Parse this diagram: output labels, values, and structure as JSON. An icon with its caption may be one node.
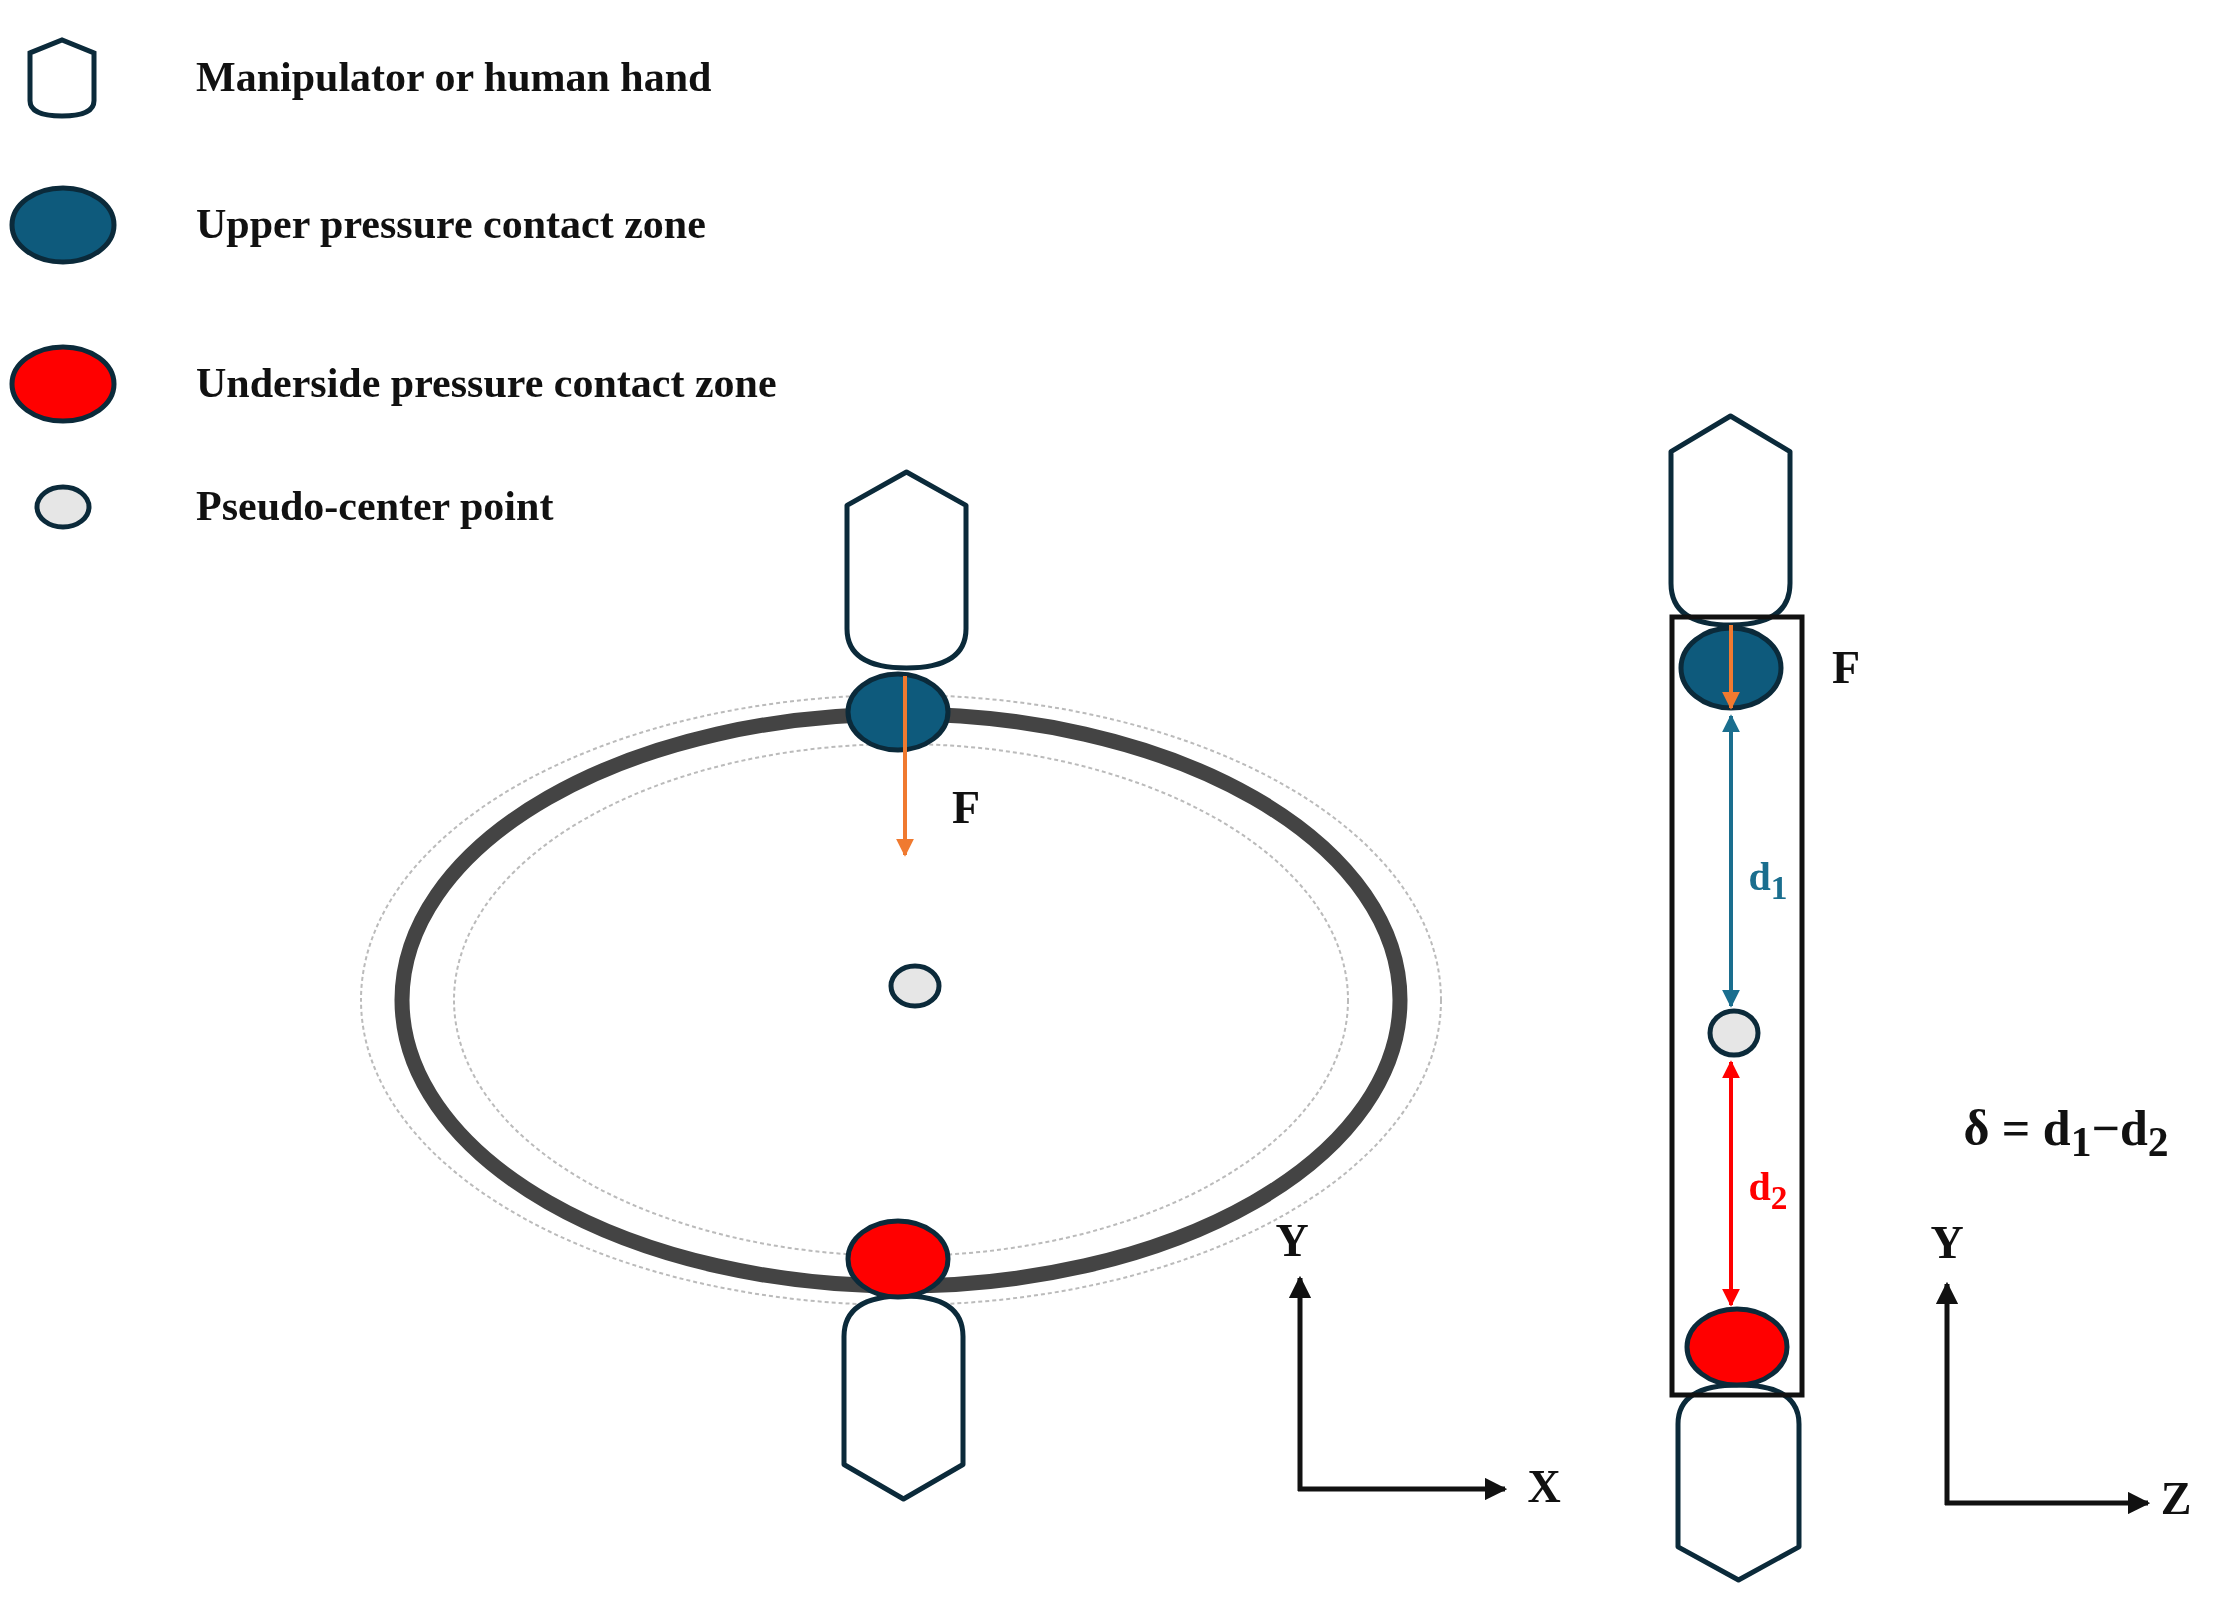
{
  "diagram": {
    "labels": [
      "F",
      "Y",
      "X",
      "F",
      "d$_{1}$",
      "d$_{2}$",
      "δ = d$_{1}$−d$_{2}$",
      "Y",
      "Z"
    ],
    "legend": [
      {
        "text": "Manipulator or human hand"
      },
      {
        "text": "Upper pressure contact zone",
        "color": "#0e5a7c"
      },
      {
        "text": "Underside pressure contact zone",
        "color": "#ff0000"
      },
      {
        "text": "Pseudo-center point",
        "color": "#e6e6e6"
      }
    ]
  }
}
